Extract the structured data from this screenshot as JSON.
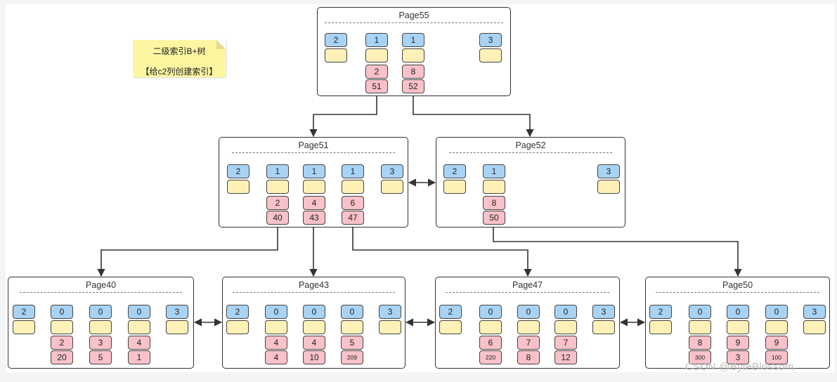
{
  "note": {
    "line1": "二级索引B+树",
    "line2": "【给c2列创建索引】"
  },
  "pages": [
    {
      "id": "p55",
      "title": "Page55",
      "header": "2",
      "tail": "3",
      "records": [
        {
          "flag": "1",
          "key": "2",
          "val": "51"
        },
        {
          "flag": "1",
          "key": "8",
          "val": "52"
        }
      ]
    },
    {
      "id": "p51",
      "title": "Page51",
      "header": "2",
      "tail": "3",
      "records": [
        {
          "flag": "1",
          "key": "2",
          "val": "40"
        },
        {
          "flag": "1",
          "key": "4",
          "val": "43"
        },
        {
          "flag": "1",
          "key": "6",
          "val": "47"
        }
      ]
    },
    {
      "id": "p52",
      "title": "Page52",
      "header": "2",
      "tail": "3",
      "records": [
        {
          "flag": "1",
          "key": "8",
          "val": "50"
        }
      ]
    },
    {
      "id": "p40",
      "title": "Page40",
      "header": "2",
      "tail": "3",
      "records": [
        {
          "flag": "0",
          "key": "2",
          "val": "20"
        },
        {
          "flag": "0",
          "key": "3",
          "val": "5"
        },
        {
          "flag": "0",
          "key": "4",
          "val": "1"
        }
      ]
    },
    {
      "id": "p43",
      "title": "Page43",
      "header": "2",
      "tail": "3",
      "records": [
        {
          "flag": "0",
          "key": "4",
          "val": "4"
        },
        {
          "flag": "0",
          "key": "4",
          "val": "10"
        },
        {
          "flag": "0",
          "key": "5",
          "val": "209"
        }
      ]
    },
    {
      "id": "p47",
      "title": "Page47",
      "header": "2",
      "tail": "3",
      "records": [
        {
          "flag": "0",
          "key": "6",
          "val": "220"
        },
        {
          "flag": "0",
          "key": "7",
          "val": "8"
        },
        {
          "flag": "0",
          "key": "7",
          "val": "12"
        }
      ]
    },
    {
      "id": "p50",
      "title": "Page50",
      "header": "2",
      "tail": "3",
      "records": [
        {
          "flag": "0",
          "key": "8",
          "val": "300"
        },
        {
          "flag": "0",
          "key": "9",
          "val": "3"
        },
        {
          "flag": "0",
          "key": "9",
          "val": "100"
        }
      ]
    }
  ],
  "watermark": "CSDN @ByteBlossom",
  "colors": {
    "header_cell": "#a9d3f5",
    "pointer_cell": "#fdf1b8",
    "data_cell": "#f9c1c9",
    "note": "#fcf6a1",
    "line": "#333333"
  }
}
